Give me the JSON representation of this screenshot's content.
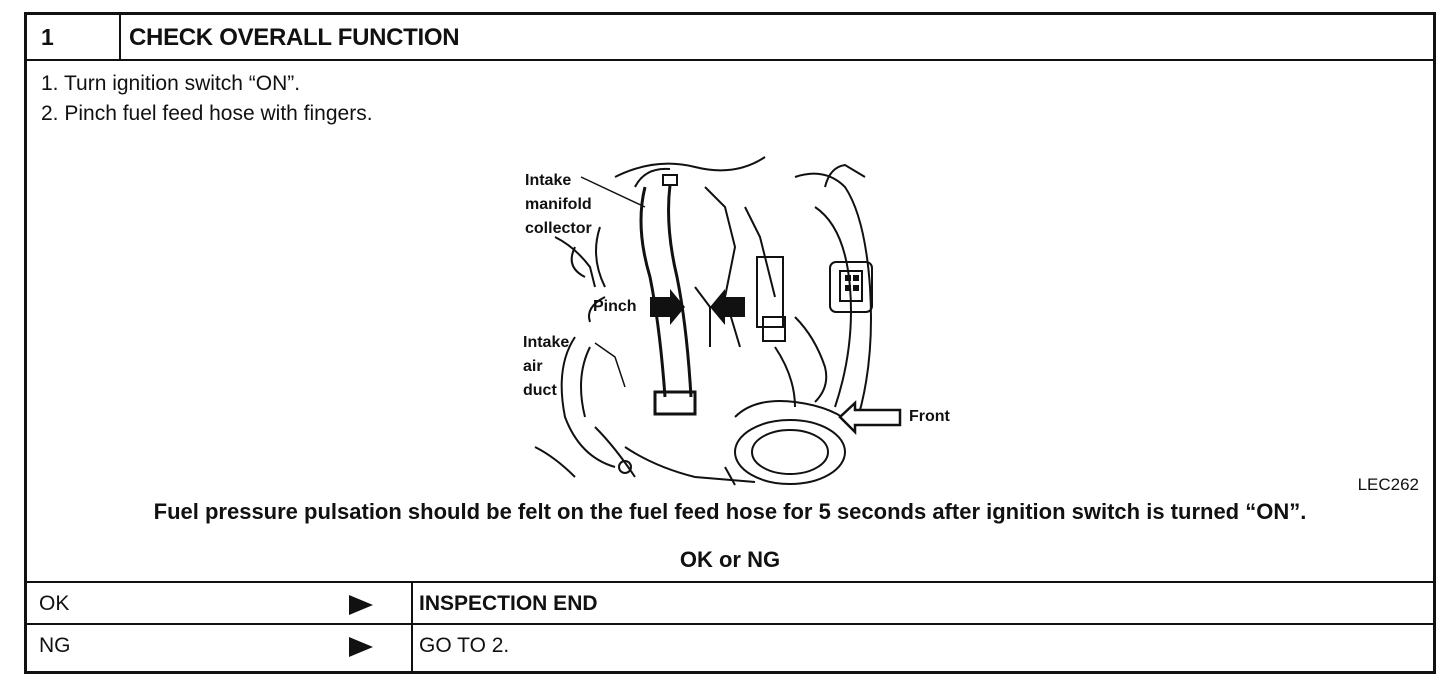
{
  "header": {
    "step_number": "1",
    "title": "CHECK OVERALL FUNCTION"
  },
  "steps": [
    "1.  Turn ignition switch “ON”.",
    "2.  Pinch fuel feed hose with fingers."
  ],
  "figure": {
    "labels": {
      "intake_manifold": [
        "Intake",
        "manifold",
        "collector"
      ],
      "pinch": "Pinch",
      "intake_air_duct": [
        "Intake",
        "air",
        "duct"
      ],
      "front": "Front"
    },
    "code": "LEC262"
  },
  "result_text": "Fuel pressure pulsation should be felt on the fuel feed hose for 5 seconds after ignition switch is turned “ON”.",
  "ok_or_ng": "OK or NG",
  "outcomes": [
    {
      "condition": "OK",
      "action": "INSPECTION END"
    },
    {
      "condition": "NG",
      "action": "GO TO 2."
    }
  ],
  "icons": {
    "outcome_arrow": "right-triangle-arrow-icon",
    "pinch_arrows": "block-arrow-icon",
    "front_arrow": "outline-arrow-icon"
  }
}
